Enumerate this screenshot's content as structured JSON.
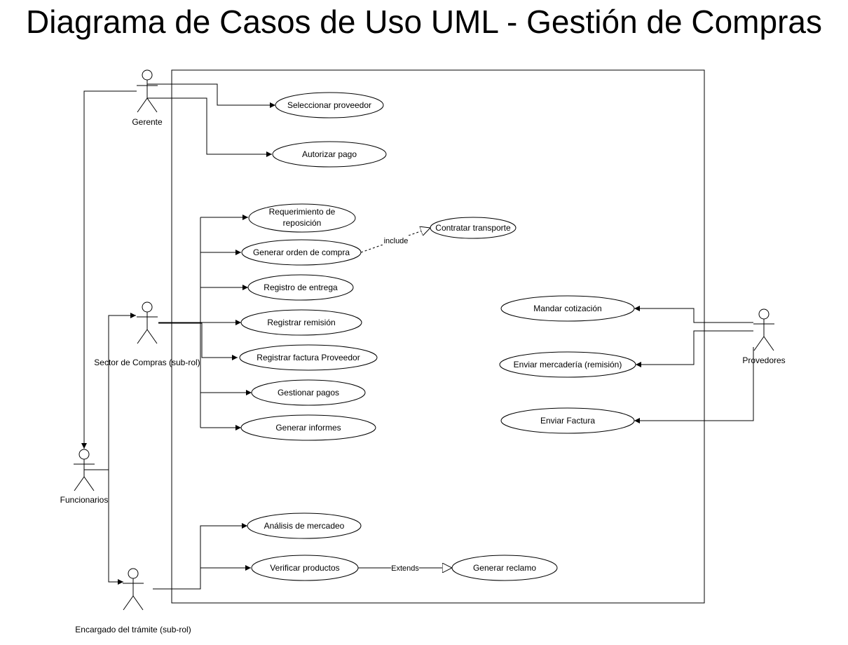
{
  "title": "Diagrama de Casos de Uso UML - Gestión de Compras",
  "actors": {
    "gerente": "Gerente",
    "sector_compras": "Sector de Compras (sub-rol)",
    "funcionarios": "Funcionarios",
    "encargado": "Encargado del trámite (sub-rol)",
    "proveedores": "Provedores"
  },
  "use_cases": {
    "seleccionar_proveedor": "Seleccionar proveedor",
    "autorizar_pago": "Autorizar pago",
    "requerimiento_line1": "Requerimiento de",
    "requerimiento_line2": "reposición",
    "generar_orden": "Generar orden de compra",
    "contratar_transporte": "Contratar transporte",
    "registro_entrega": "Registro de entrega",
    "registrar_remision": "Registrar remisión",
    "registrar_factura": "Registrar factura Proveedor",
    "gestionar_pagos": "Gestionar pagos",
    "generar_informes": "Generar informes",
    "mandar_cotizacion": "Mandar cotización",
    "enviar_mercaderia": "Enviar mercadería (remisión)",
    "enviar_factura": "Enviar Factura",
    "analisis_mercadeo": "Análisis de mercadeo",
    "verificar_productos": "Verificar productos",
    "generar_reclamo": "Generar reclamo"
  },
  "relations": {
    "include": "include",
    "extends": "Extends"
  }
}
